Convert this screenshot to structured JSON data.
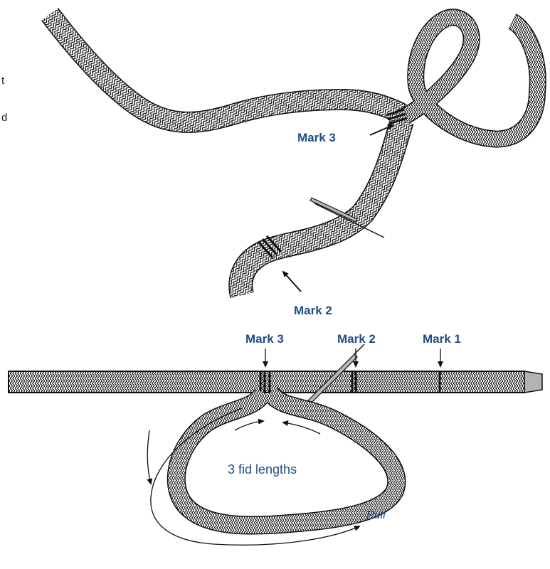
{
  "colors": {
    "label": "#1f4e86",
    "rope_outline": "#111111",
    "rope_fill": "#ffffff",
    "fid": "#b8b8b8",
    "rope_end_cap": "#b3b3b3"
  },
  "edge_text": [
    "t",
    "d"
  ],
  "top_figure": {
    "mark3_label": "Mark 3",
    "mark2_label": "Mark 2"
  },
  "bottom_figure": {
    "mark3_label": "Mark 3",
    "mark2_label": "Mark 2",
    "mark1_label": "Mark 1",
    "loop_label": "3 fid lengths",
    "pull_label": "Pull"
  },
  "icons": [
    "rope-icon",
    "fid-icon",
    "arrow-icon"
  ]
}
